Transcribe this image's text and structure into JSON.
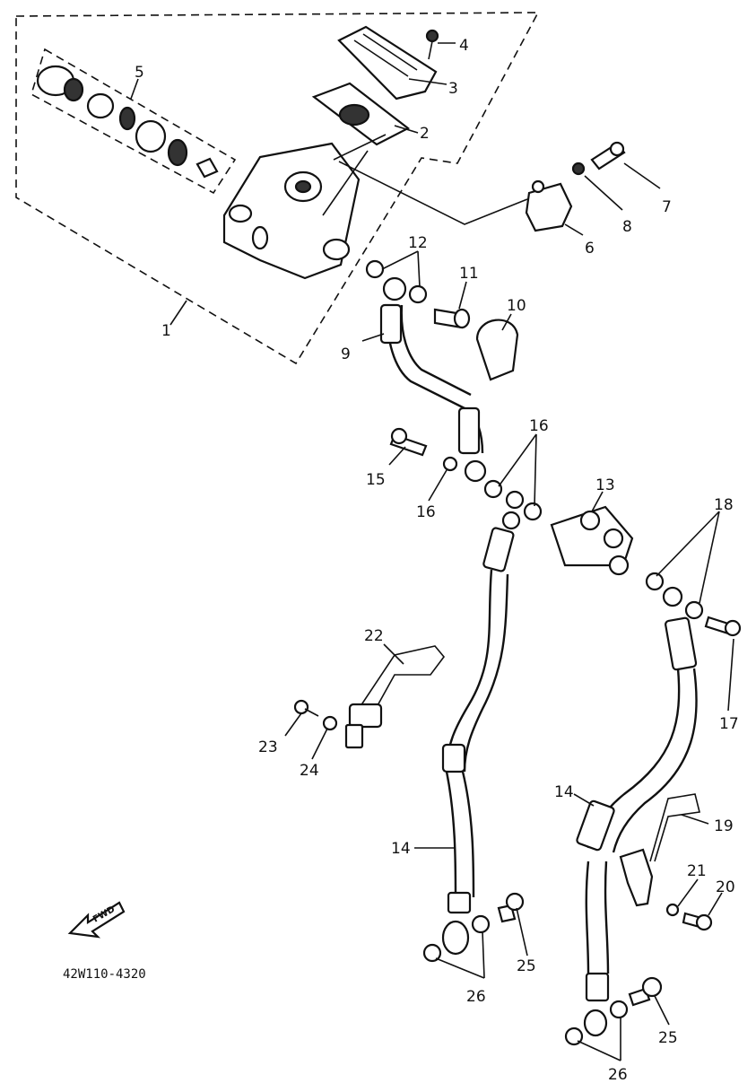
{
  "diagram_code": "42W110-4320",
  "fwd_label": "FWD",
  "callouts": {
    "p1": "1",
    "p2": "2",
    "p3": "3",
    "p4": "4",
    "p5": "5",
    "p6": "6",
    "p7": "7",
    "p8": "8",
    "p9": "9",
    "p10": "10",
    "p11": "11",
    "p12": "12",
    "p13": "13",
    "p14a": "14",
    "p14b": "14",
    "p15": "15",
    "p16a": "16",
    "p16b": "16",
    "p17": "17",
    "p18": "18",
    "p19": "19",
    "p20": "20",
    "p21": "21",
    "p22": "22",
    "p23": "23",
    "p24": "24",
    "p25a": "25",
    "p25b": "25",
    "p26a": "26",
    "p26b": "26"
  }
}
